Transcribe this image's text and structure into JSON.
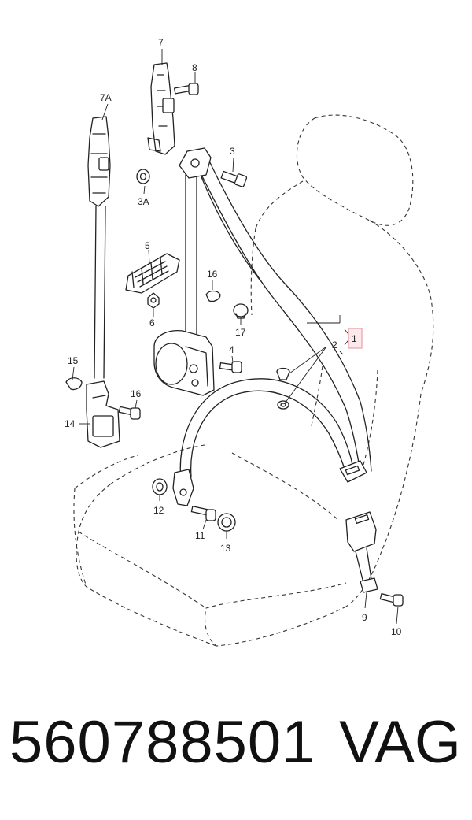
{
  "callouts": {
    "c1": "1",
    "c2": "2",
    "c3": "3",
    "c3A": "3A",
    "c4": "4",
    "c5": "5",
    "c6": "6",
    "c7": "7",
    "c7A": "7A",
    "c8": "8",
    "c9": "9",
    "c10": "10",
    "c11": "11",
    "c12": "12",
    "c13": "13",
    "c14": "14",
    "c15": "15",
    "c16a": "16",
    "c16b": "16",
    "c17": "17"
  },
  "highlight_color": "#e8a0a8",
  "footer": {
    "part_number": "560788501",
    "brand": "VAG"
  }
}
